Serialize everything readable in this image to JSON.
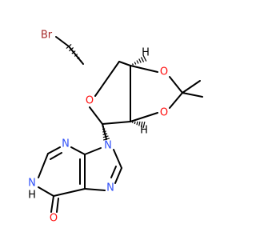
{
  "colors": {
    "bond": "#000000",
    "O": "#ff0d0d",
    "N": "#3050f8",
    "Br": "#a62929",
    "H": "#000000",
    "background": "#ffffff"
  },
  "labels": {
    "br": "Br",
    "o_ring": "O",
    "o_upper": "O",
    "o_lower": "O",
    "o_carbonyl": "O",
    "n_pyrimidine_top": "N",
    "n_9": "N",
    "n_1": "N",
    "h_n1": "H",
    "n_7": "N",
    "h_stereo_upper": "H",
    "h_stereo_lower": "H"
  }
}
